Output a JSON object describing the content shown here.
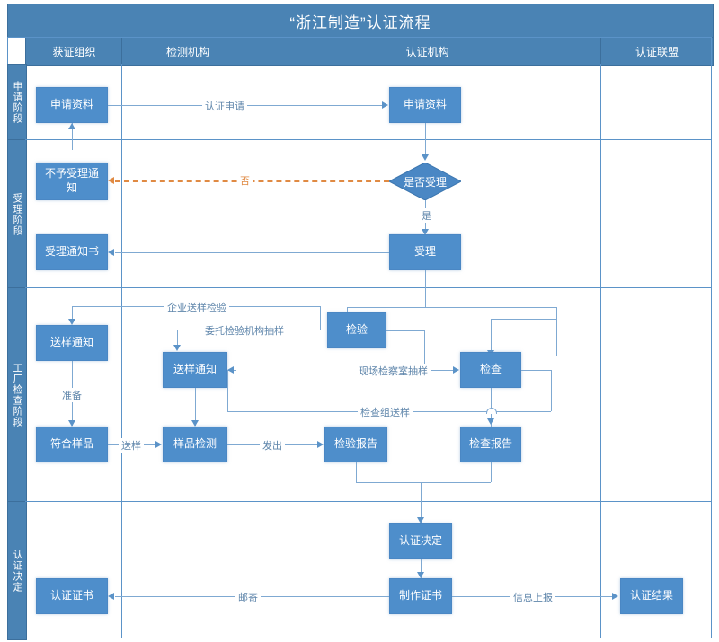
{
  "header": {
    "title": "“浙江制造”认证流程",
    "columns": [
      {
        "label": "获证组织"
      },
      {
        "label": "检测机构"
      },
      {
        "label": "认证机构"
      },
      {
        "label": "认证联盟"
      }
    ]
  },
  "phases": [
    {
      "label": "申请阶段"
    },
    {
      "label": "受理阶段"
    },
    {
      "label": "工厂检查阶段"
    },
    {
      "label": "认证决定"
    }
  ],
  "nodes": {
    "apply_org": "申请资料",
    "apply_cert": "申请资料",
    "reject_notice": "不予受理通知知",
    "reject_notice_text": "不予受理通\n知",
    "decide_accept": "是否受理",
    "accept": "受理",
    "accept_notice": "受理通知书",
    "sample_notice_org": "送样通知",
    "sample_notice_lab": "送样通知",
    "qualified_sample": "符合样品",
    "sample_test": "样品检测",
    "inspection": "检验",
    "check": "检查",
    "test_report": "检验报告",
    "check_report": "检查报告",
    "cert_decision": "认证决定",
    "make_cert": "制作证书",
    "cert_certificate": "认证证书",
    "cert_result": "认证结果"
  },
  "edges": {
    "cert_application": "认证申请",
    "no": "否",
    "yes": "是",
    "enterprise_sample_test": "企业送样检验",
    "entrust_lab_sampling": "委托检验机构抽样",
    "onsite_lab_sampling": "现场检察室抽样",
    "prepare": "准备",
    "send_sample": "送样",
    "issue": "发出",
    "check_group_sample": "检查组送样",
    "mail": "邮寄",
    "report_info": "信息上报"
  },
  "colors": {
    "header_blue": "#4a83b4",
    "node_blue": "#4e8ecb",
    "line_blue": "#7fa9d2",
    "accent_orange": "#e08a43",
    "text_white": "#ffffff",
    "label_text": "#5f86ab"
  }
}
